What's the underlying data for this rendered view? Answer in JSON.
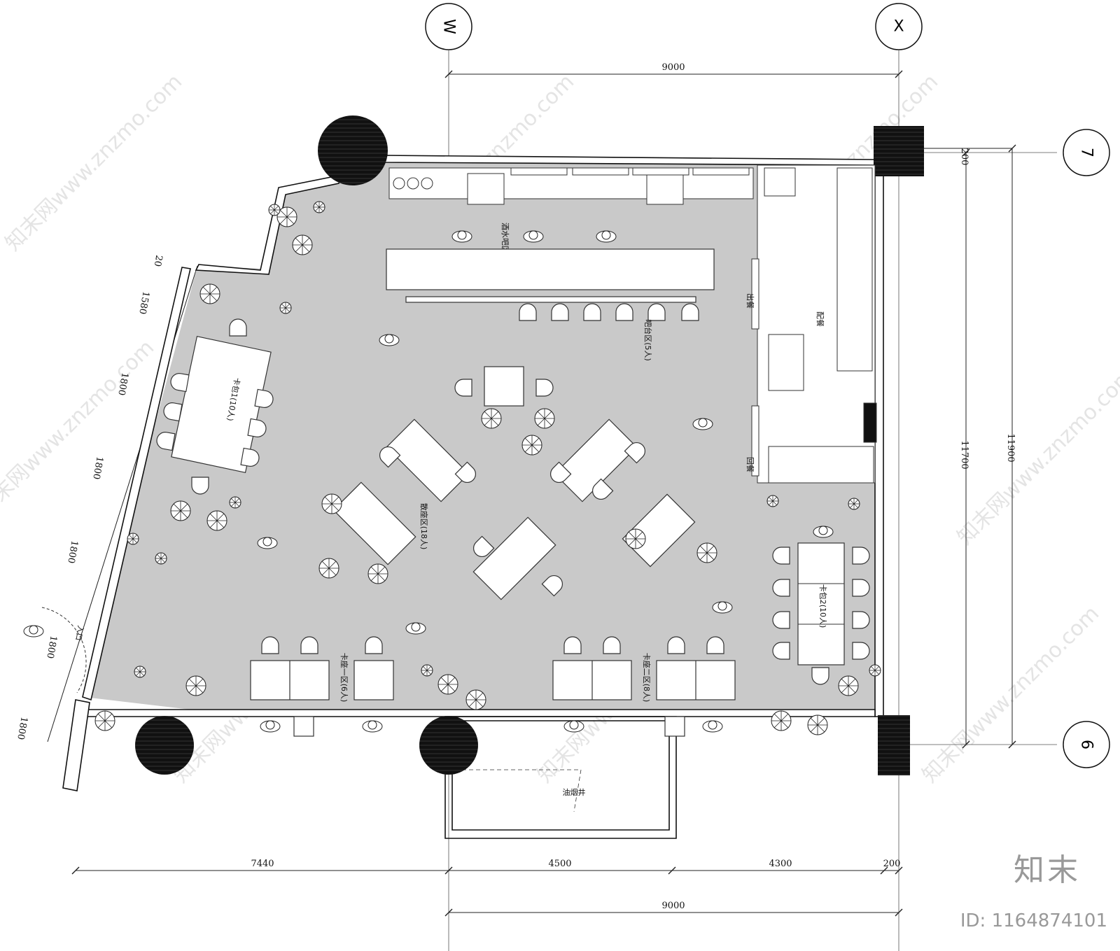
{
  "grid": {
    "w": "W",
    "x": "X",
    "r7": "7",
    "r6": "6"
  },
  "dims": {
    "top": "9000",
    "bottom1": "7440",
    "bottom2": "4500",
    "bottom3": "4300",
    "bottom4": "200",
    "bottom_total": "9000",
    "right_200": "200",
    "right_11700": "11700",
    "right_11900": "11900",
    "left_20": "20",
    "left_1580": "1580",
    "left_1800a": "1800",
    "left_1800b": "1800",
    "left_1800c": "1800",
    "left_1800d": "1800",
    "entry_1800": "1800"
  },
  "labels": {
    "bar_work": "酒水吧区",
    "bar_seats": "吧台区(5人)",
    "booth1": "卡包1(10人)",
    "booth2": "卡包2(10人)",
    "scatter": "散座区(18人)",
    "card1": "卡座一区(6人)",
    "card2": "卡座二区(8人)",
    "pass_out": "出餐",
    "pass_back": "回餐",
    "serve": "配餐",
    "shaft": "油烟井",
    "entry": "入口"
  },
  "brand": {
    "name": "知末",
    "id": "ID: 1164874101"
  },
  "watermark": "知末网www.znzmo.com"
}
